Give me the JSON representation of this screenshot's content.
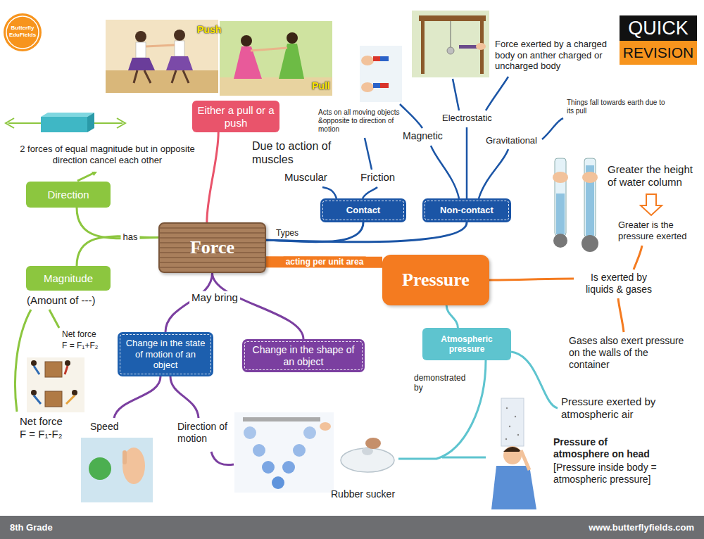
{
  "diagram": {
    "nodes": [
      {
        "text": [
          "Either a pull or a push"
        ]
      },
      {
        "text": [
          "QUICK",
          "REVISION"
        ]
      },
      {
        "text": [
          "Direction"
        ]
      },
      {
        "text": [
          "Contact"
        ]
      },
      {
        "text": [
          "Non-contact"
        ]
      },
      {
        "text": [
          "Force"
        ]
      },
      {
        "text": [
          "Pressure"
        ]
      },
      {
        "text": [
          "Magnitude"
        ]
      },
      {
        "text": [
          "Atmospheric pressure"
        ]
      },
      {
        "text": [
          "Change in the state of motion of an object"
        ]
      },
      {
        "text": [
          "Change in the shape of an object"
        ]
      },
      {
        "text": [
          "8th Grade",
          "www.butterflyfields.com"
        ]
      }
    ],
    "edges": [
      {
        "from": 5,
        "to": 0,
        "arrow": "none"
      },
      {
        "from": 5,
        "to": 2,
        "label": "has",
        "arrow": "none"
      },
      {
        "from": 5,
        "to": 7,
        "arrow": "none"
      },
      {
        "from": 5,
        "to": 3,
        "label": "Types",
        "arrow": "none"
      },
      {
        "from": 5,
        "to": 4,
        "arrow": "none"
      },
      {
        "from": 5,
        "to": 6,
        "label": "acting per unit area",
        "arrow": "none"
      },
      {
        "from": 5,
        "to": 9,
        "label": "May bring",
        "arrow": "none"
      },
      {
        "from": 5,
        "to": 10,
        "arrow": "none"
      },
      {
        "from": 6,
        "to": 8,
        "arrow": "none"
      }
    ],
    "labels": [
      "Butterfly EduFields",
      "Push",
      "Pull",
      "Force exerted by a charged body on anther charged or uncharged body",
      "Acts on all moving objects &opposite to direction of motion",
      "Electrostatic",
      "Things fall towards earth due to its pull",
      "Magnetic",
      "Gravitational",
      "Due to action of muscles",
      "2 forces of equal magnitude but in opposite direction cancel each other",
      "Muscular",
      "Friction",
      "Greater the height of water column",
      "Greater is the pressure exerted",
      "Is exerted by liquids & gases",
      "(Amount of ---)",
      "Net force",
      "F = F₁+F₂",
      "Gases also exert pressure on the walls of the container",
      "demonstrated by",
      "Pressure exerted by atmospheric air",
      "Net force",
      "F = F₁-F₂",
      "Speed",
      "Direction of motion",
      "Pressure of atmosphere on head",
      "[Pressure inside body = atmospheric pressure]",
      "Rubber sucker"
    ]
  }
}
